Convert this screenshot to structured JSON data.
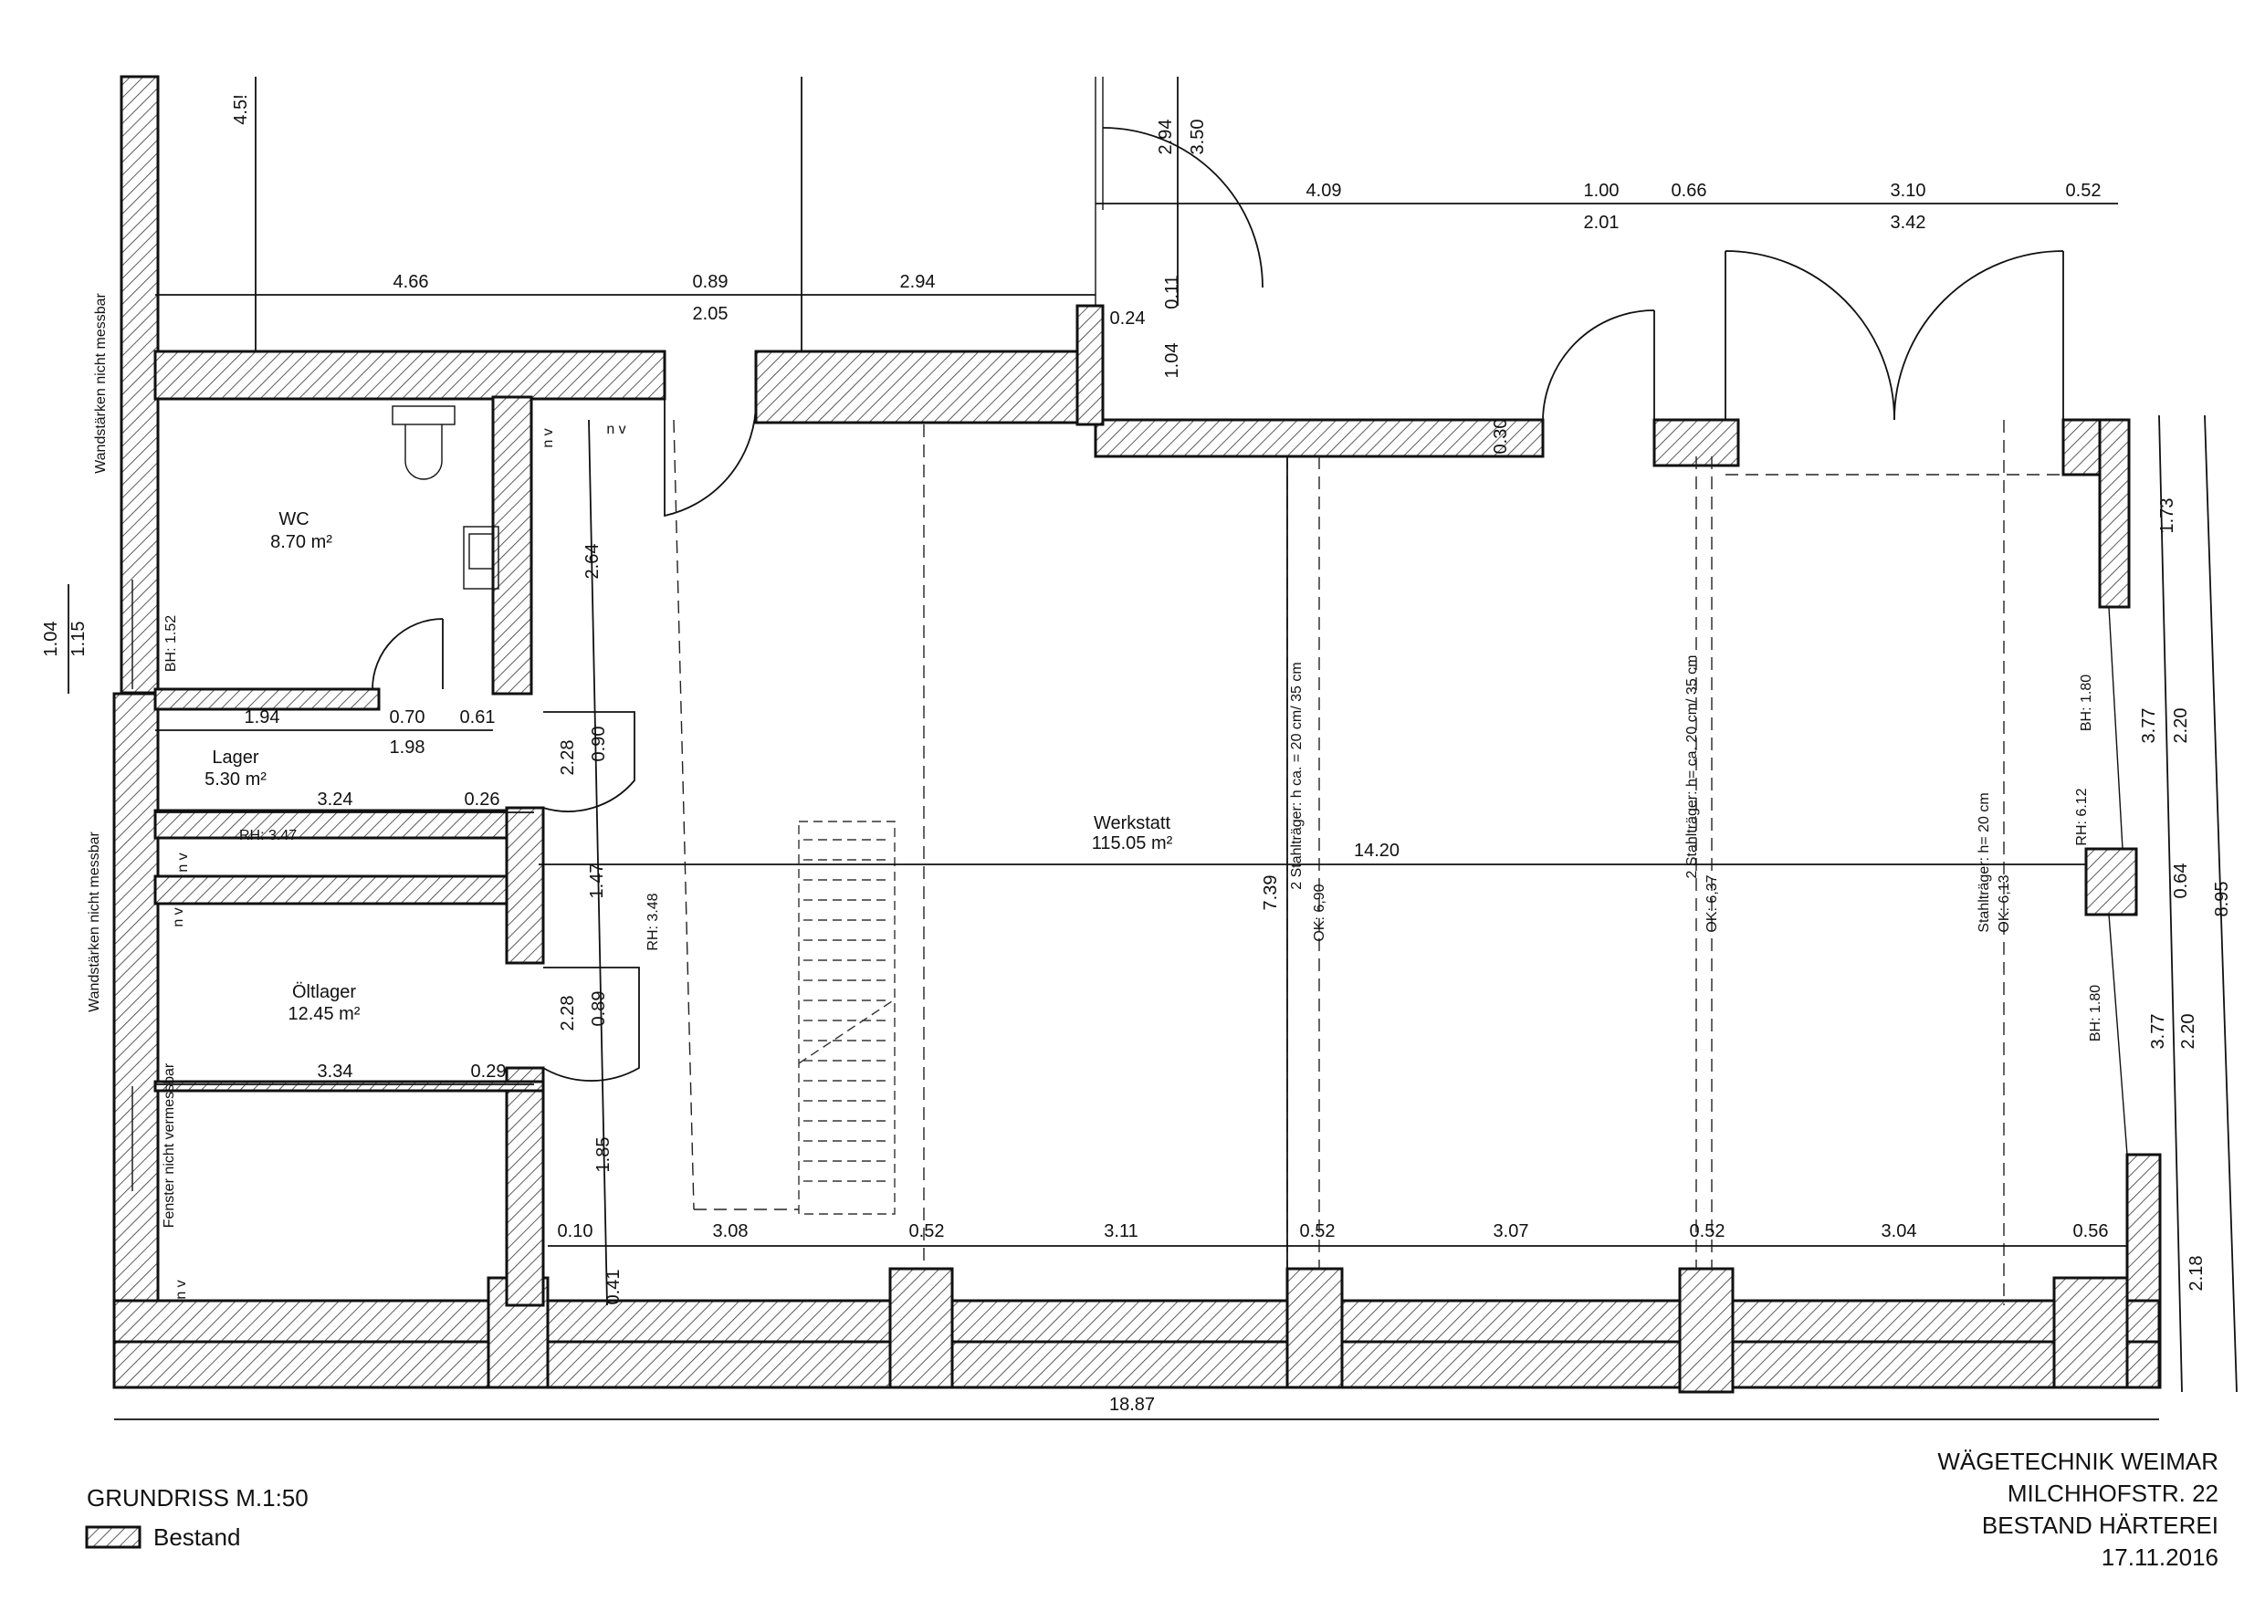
{
  "rooms": {
    "wc": {
      "name": "WC",
      "area": "8.70 m²"
    },
    "lager": {
      "name": "Lager",
      "area": "5.30 m²"
    },
    "oellager": {
      "name": "Öltlager",
      "area": "12.45 m²"
    },
    "werkstatt": {
      "name": "Werkstatt",
      "area": "115.05 m²"
    }
  },
  "wall_notes": {
    "upper": "Wandstärken nicht messbar",
    "lower": "Wandstärken nicht messbar",
    "window": "Fenster nicht vermessbar"
  },
  "beams": {
    "b1": {
      "type": "2 Stahlträger: h ca. = 20 cm/ 35 cm",
      "ok": "OK: 6,90"
    },
    "b2": {
      "type": "2 Stahlträger: h= ca. 20 cm/ 35 cm",
      "ok": "OK: 6,37"
    },
    "b3": {
      "type": "Stahlträger: h= 20 cm",
      "ok": "OK: 6,13"
    }
  },
  "tags": {
    "bh_152": "BH: 1.52",
    "bh_180a": "BH: 1.80",
    "bh_180b": "BH: 1.80",
    "rh_347a": "RH: 3.47",
    "rh_348": "RH: 3.48",
    "rh_612": "RH: 6.12",
    "nv": "n v"
  },
  "dimensions": {
    "top_row1": [
      "4.09",
      "1.00",
      "0.66",
      "3.10",
      "0.52"
    ],
    "top_row2": [
      "2.01",
      "3.42"
    ],
    "top_row3": [
      "4.66",
      "0.89",
      "2.94"
    ],
    "top_row3_sub": "2.05",
    "door_vert": [
      "2.94",
      "3.50"
    ],
    "left_top": "4.5!",
    "small_024": "0.24",
    "small_011": "0.11",
    "small_104": "1.04",
    "small_030": "0.30",
    "left_104": "1.04",
    "left_115": "1.15",
    "wc_row": [
      "1.94",
      "0.70",
      "0.61"
    ],
    "wc_row_sub": "1.98",
    "corr_264": "2.64",
    "corr_228a": "2.28",
    "corr_090": "0.90",
    "lager_row": [
      "3.24",
      "0.26"
    ],
    "corr_147": "1.47",
    "corr_228b": "2.28",
    "corr_089": "0.89",
    "oel_row": [
      "3.34",
      "0.29"
    ],
    "corr_185": "1.85",
    "werk_width": "14.20",
    "werk_depth": "7.39",
    "bottom_row": [
      "0.10",
      "3.08",
      "0.52",
      "3.11",
      "0.52",
      "3.07",
      "0.52",
      "3.04",
      "0.56"
    ],
    "bottom_041": "0.41",
    "total_width": "18.87",
    "right_173": "1.73",
    "right_220a": "2.20",
    "right_377a": "3.77",
    "right_064": "0.64",
    "right_220b": "2.20",
    "right_377b": "3.77",
    "right_218": "2.18",
    "right_895": "8.95"
  },
  "legend": {
    "title": "GRUNDRISS M.1:50",
    "item": "Bestand"
  },
  "title_block": {
    "line1": "WÄGETECHNIK WEIMAR",
    "line2": "MILCHHOFSTR. 22",
    "line3": "BESTAND HÄRTEREI",
    "date": "17.11.2016"
  }
}
